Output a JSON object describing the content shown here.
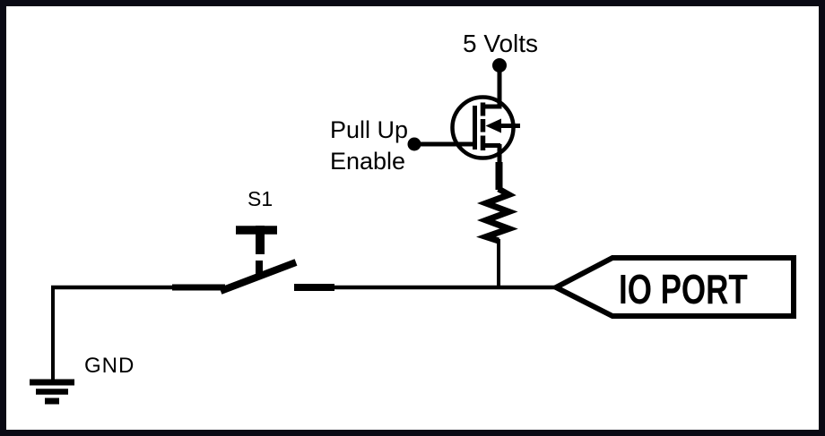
{
  "diagram": {
    "kind": "circuit-schematic",
    "background_color": "#ffffff",
    "ink_color": "#000000",
    "frame_color": "#0a0a14",
    "labels": {
      "supply": "5 Volts",
      "pull_up_line1": "Pull Up",
      "pull_up_line2": "Enable",
      "switch_ref": "S1",
      "ground": "GND",
      "io_port": "IO PORT"
    },
    "components": [
      {
        "name": "supply-node-dot",
        "label": "5 Volts"
      },
      {
        "name": "pull-up-enable-node-dot",
        "label": "Pull Up Enable"
      },
      {
        "name": "mosfet-symbol"
      },
      {
        "name": "resistor-symbol"
      },
      {
        "name": "pushbutton-switch-symbol",
        "label": "S1"
      },
      {
        "name": "ground-symbol",
        "label": "GND"
      },
      {
        "name": "io-port-tag",
        "label": "IO PORT"
      }
    ]
  }
}
